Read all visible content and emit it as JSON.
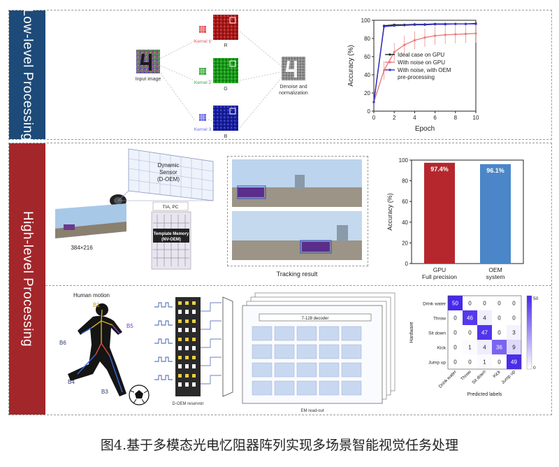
{
  "low": {
    "side_label": "Low-level Processing",
    "input_label": "Input image",
    "kernels": [
      "Kernel 1",
      "Kernel 2",
      "Kernel 3"
    ],
    "channels": [
      "R",
      "G",
      "B"
    ],
    "denoise_label_1": "Denoise and",
    "denoise_label_2": "normalization",
    "colors": {
      "side": "#1d4a78",
      "kernel1": "#e0555b",
      "kernel2": "#3aa83a",
      "kernel3": "#6a6ae0"
    }
  },
  "high": {
    "side_label": "High-level Processing",
    "sensor_title_1": "Dynamic",
    "sensor_title_2": "Sensor",
    "sensor_title_3": "(D-OEM)",
    "tia_label": "TIA, PC",
    "memory_label_1": "Template Memory",
    "memory_label_2": "(NV-OEM)",
    "resolution_label": "384×216",
    "tracking_label": "Tracking result",
    "motion_title": "Human motion",
    "joints": [
      "B1",
      "B5",
      "B6",
      "B4",
      "B3"
    ],
    "receiver_label": "D-OEM reservoir",
    "decoder_label": "7-128 decoder",
    "readout_label": "EM read-out",
    "colors": {
      "side": "#a3262a"
    }
  },
  "caption": "图4.基于多模态光电忆阻器阵列实现多场景智能视觉任务处理",
  "chart_data": [
    {
      "type": "line",
      "title": "",
      "xlabel": "Epoch",
      "ylabel": "Accuracy (%)",
      "xlim": [
        0,
        10
      ],
      "ylim": [
        0,
        100
      ],
      "xticks": [
        0,
        2,
        4,
        6,
        8,
        10
      ],
      "yticks": [
        0,
        20,
        40,
        60,
        80,
        100
      ],
      "x": [
        0,
        1,
        2,
        3,
        4,
        5,
        6,
        7,
        8,
        9,
        10
      ],
      "legend_position": "inside-center",
      "series": [
        {
          "name": "Ideal case on GPU",
          "color": "#222222",
          "values": [
            10,
            94,
            95,
            95,
            95.5,
            95.5,
            96,
            96,
            96,
            96,
            96.5
          ]
        },
        {
          "name": "With noise on GPU",
          "color": "#e87d7d",
          "values": [
            10,
            45,
            65,
            73,
            78,
            81,
            83,
            84,
            84.5,
            85,
            85.5
          ]
        },
        {
          "name": "With noise, with OEM pre-processing",
          "color": "#3232cc",
          "values": [
            10,
            93,
            94,
            94.5,
            95,
            95,
            95.5,
            95.5,
            96,
            96,
            96
          ]
        }
      ]
    },
    {
      "type": "bar",
      "title": "",
      "ylabel": "Accuracy (%)",
      "ylim": [
        0,
        100
      ],
      "yticks": [
        0,
        20,
        40,
        60,
        80,
        100
      ],
      "categories": [
        "GPU Full precision",
        "OEM system"
      ],
      "category_lines": [
        [
          "GPU",
          "Full precision"
        ],
        [
          "OEM",
          "system"
        ]
      ],
      "values": [
        97.4,
        96.1
      ],
      "value_labels": [
        "97.4%",
        "96.1%"
      ],
      "colors": [
        "#b5272d",
        "#4a86c8"
      ]
    },
    {
      "type": "heatmap",
      "title": "",
      "xlabel": "Predicted labels",
      "ylabel": "Hardware",
      "labels": [
        "Drink water",
        "Throw",
        "Sit down",
        "Kick",
        "Jump up"
      ],
      "matrix": [
        [
          50,
          0,
          0,
          0,
          0
        ],
        [
          0,
          46,
          4,
          0,
          0
        ],
        [
          0,
          0,
          47,
          0,
          3
        ],
        [
          0,
          1,
          4,
          36,
          9
        ],
        [
          0,
          0,
          1,
          0,
          49
        ]
      ],
      "colorbar_range": [
        0,
        50
      ],
      "colorbar_ticks": [
        "50",
        "0"
      ]
    }
  ]
}
